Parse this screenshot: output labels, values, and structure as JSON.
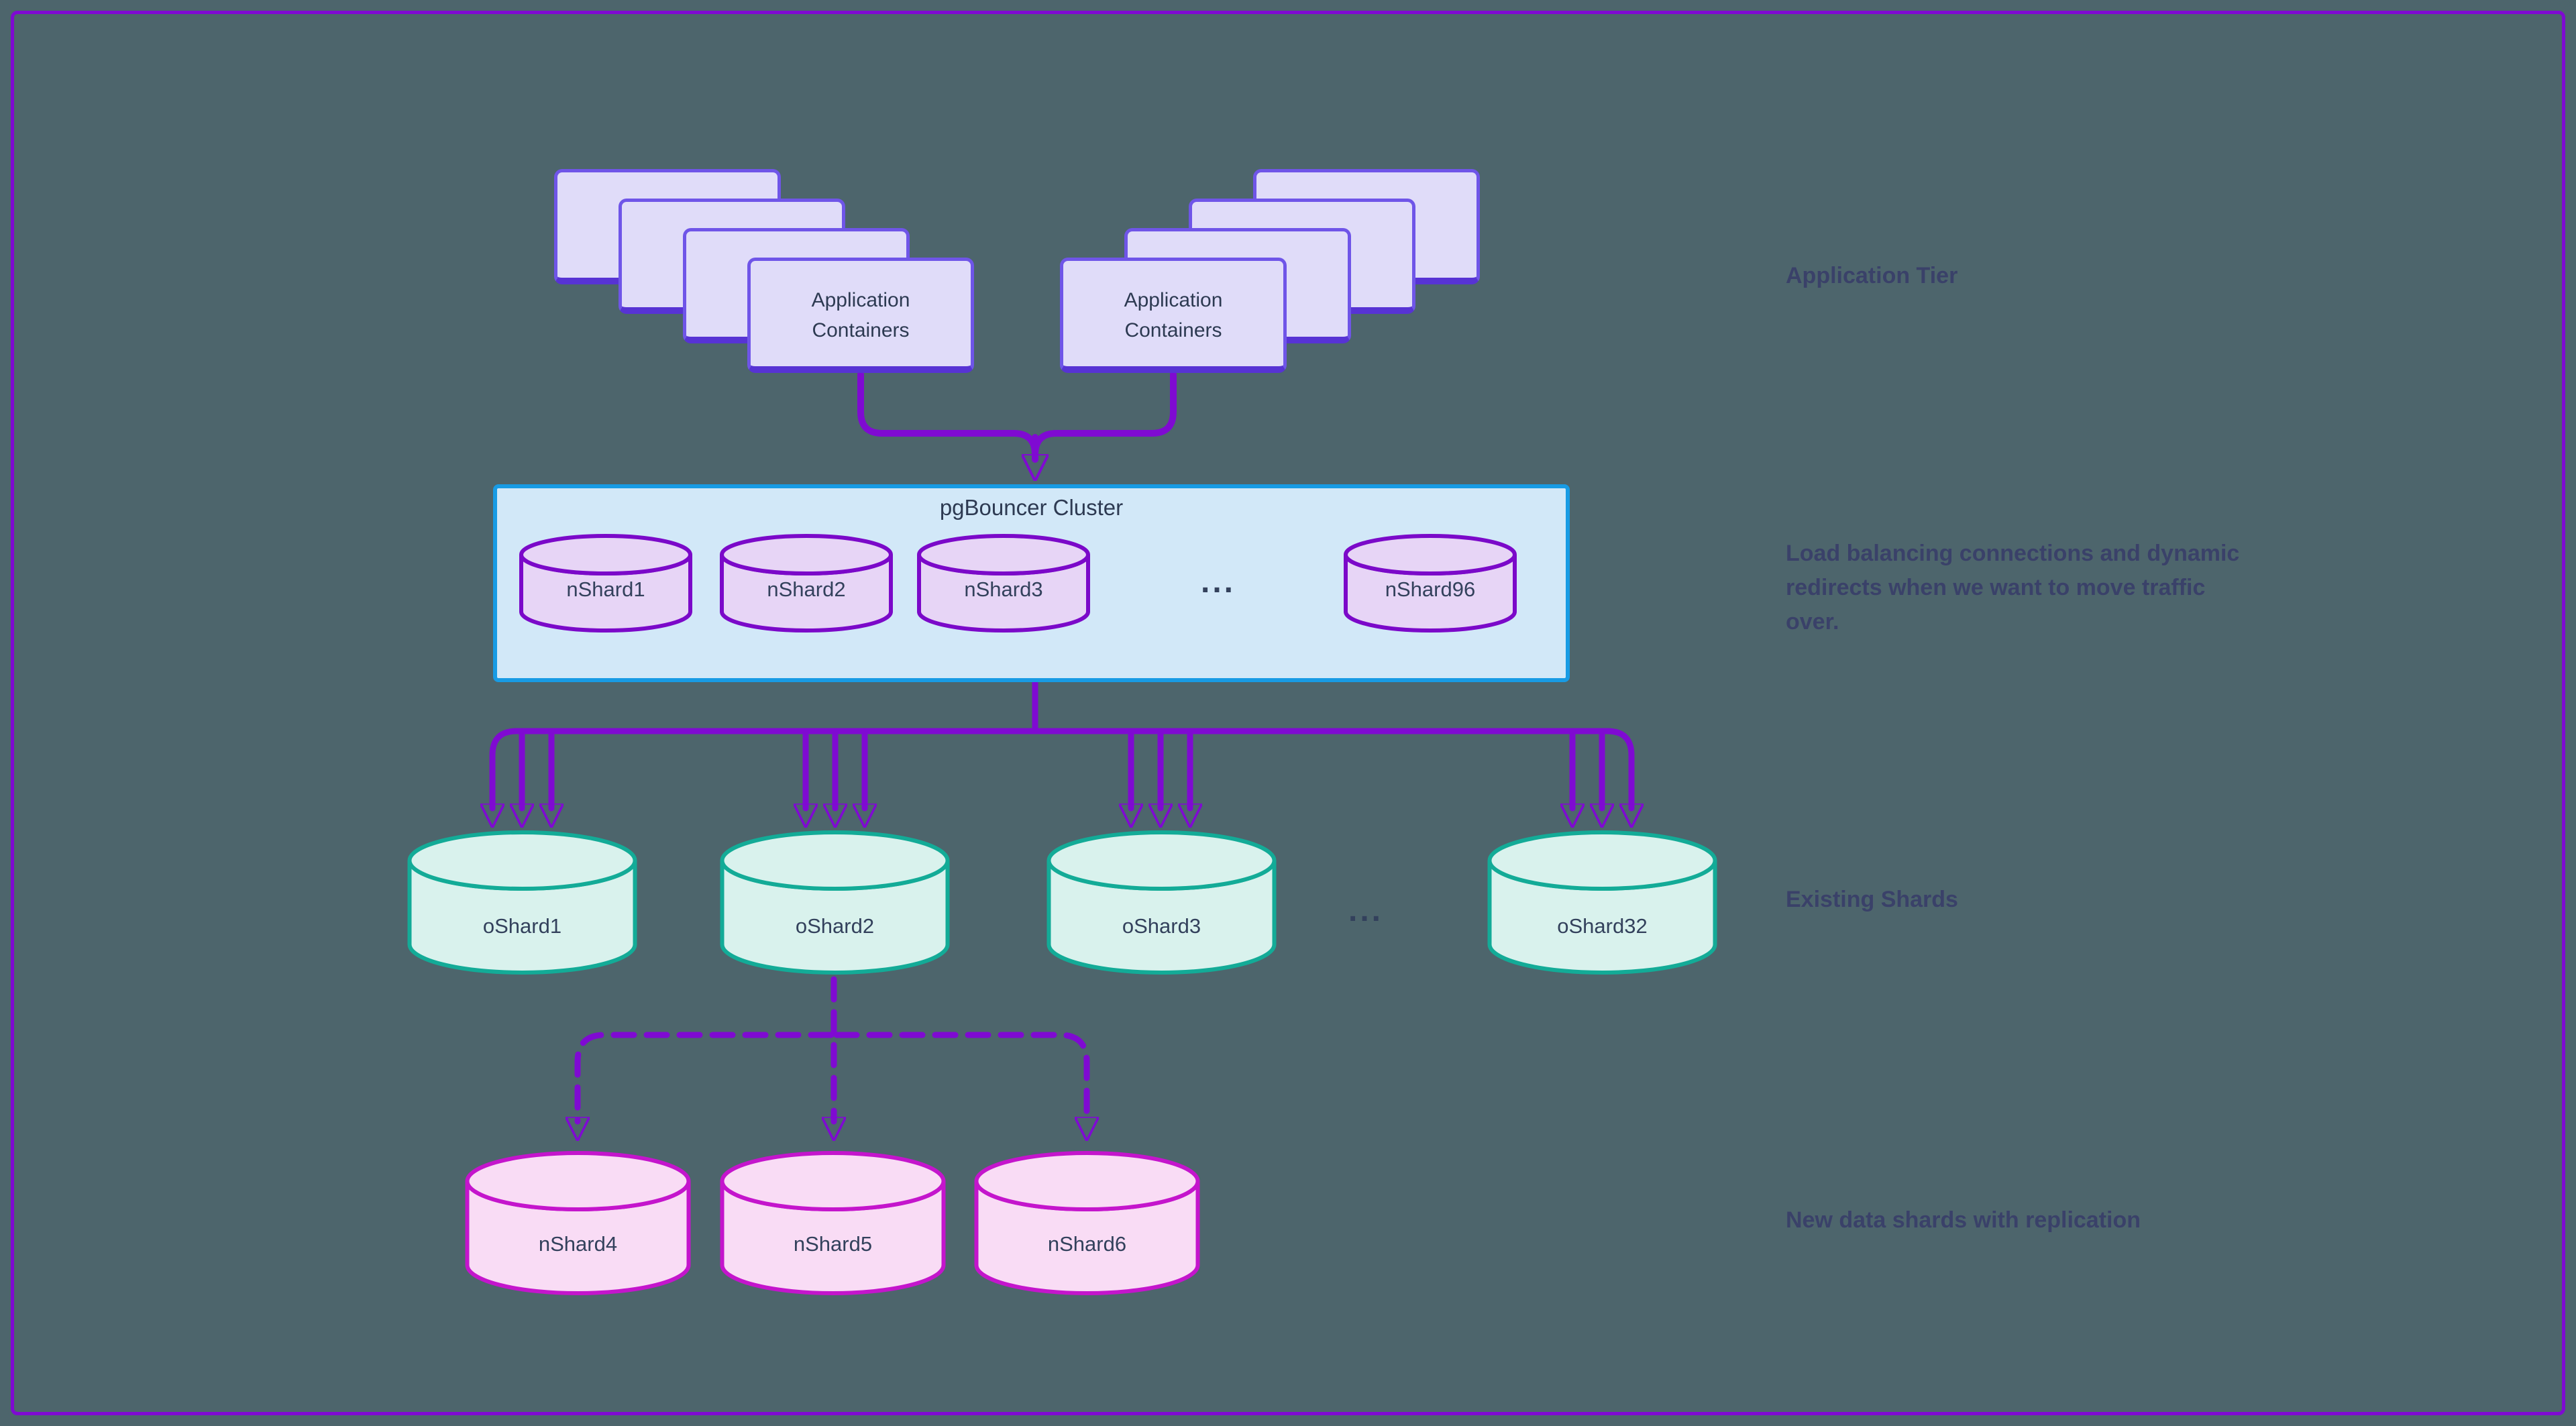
{
  "colors": {
    "background": "#4d656c",
    "frame_and_arrows": "#7f0ad2",
    "app_card_fill": "#e0dcf9",
    "app_card_border": "#6f55e8",
    "pgbouncer_fill": "#d2e8f8",
    "pgbouncer_border": "#189be4",
    "nshard_fill": "#e7d5f6",
    "nshard_stroke": "#7b09c9",
    "oshard_fill": "#d9f2ed",
    "oshard_stroke": "#13ab97",
    "new_shard_fill": "#f9dcf5",
    "new_shard_stroke": "#c415cc",
    "node_text": "#33415c",
    "annotation_text": "#3a4169"
  },
  "app_tier": {
    "left_stack": {
      "lines": [
        "Application",
        "Containers"
      ]
    },
    "right_stack": {
      "lines": [
        "Application",
        "Containers"
      ]
    }
  },
  "pgbouncer": {
    "title": "pgBouncer Cluster",
    "shard1": "nShard1",
    "shard2": "nShard2",
    "shard3": "nShard3",
    "ellipsis": "...",
    "shard96": "nShard96"
  },
  "existing_shards": {
    "shard1": "oShard1",
    "shard2": "oShard2",
    "shard3": "oShard3",
    "ellipsis": "...",
    "shard32": "oShard32"
  },
  "new_shards": {
    "shard4": "nShard4",
    "shard5": "nShard5",
    "shard6": "nShard6"
  },
  "annotations": {
    "application_tier": "Application Tier",
    "load_balancing_lines": [
      "Load balancing connections and dynamic",
      "redirects when we want to move traffic",
      "over."
    ],
    "existing_shards": "Existing Shards",
    "new_shards": "New data shards with replication"
  }
}
